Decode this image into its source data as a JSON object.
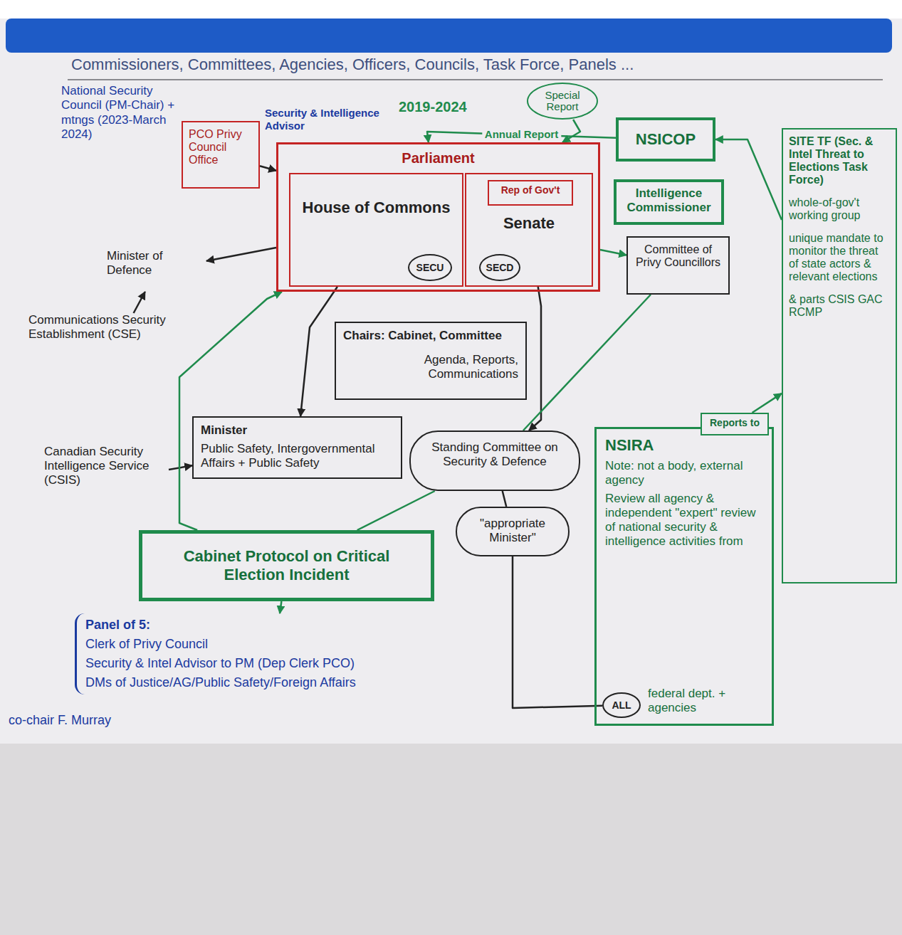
{
  "diagram": {
    "title": "Commissioners, Committees, Agencies, Officers, Councils, Task Force, Panels ...",
    "nodes": [
      {
        "text": [
          "PCO Privy Council Office"
        ]
      },
      {
        "text": [
          "Parliament"
        ]
      },
      {
        "text": [
          "House of Commons"
        ],
        "in": 1
      },
      {
        "text": [
          "SECU"
        ],
        "in": 2
      },
      {
        "text": [
          "Senate"
        ],
        "in": 1
      },
      {
        "text": [
          "Rep of Gov't"
        ],
        "in": 4
      },
      {
        "text": [
          "SECD"
        ],
        "in": 4
      },
      {
        "text": [
          "Special Report"
        ]
      },
      {
        "text": [
          "NSICOP"
        ]
      },
      {
        "text": [
          "Intelligence Commissioner"
        ]
      },
      {
        "text": [
          "Committee of Privy Councillors"
        ]
      },
      {
        "text": [
          "SITE TF (Sec. & Intel Threat to Elections Task Force)",
          "whole-of-gov't working group",
          "unique mandate to monitor the threat of state actors & relevant elections",
          "& parts CSIS GAC RCMP"
        ]
      },
      {
        "text": [
          "Minister of Defence"
        ]
      },
      {
        "text": [
          "Communications Security Establishment (CSE)"
        ]
      },
      {
        "text": [
          "Chairs: Cabinet, Committee",
          "Agenda, Reports, Communications"
        ]
      },
      {
        "text": [
          "Minister",
          "Public Safety, Intergovernmental Affairs + Public Safety"
        ]
      },
      {
        "text": [
          "Canadian Security Intelligence Service (CSIS)"
        ]
      },
      {
        "text": [
          "Standing Committee on Security & Defence"
        ]
      },
      {
        "text": [
          "\"appropriate Minister\""
        ]
      },
      {
        "text": [
          "Reports to"
        ]
      },
      {
        "text": [
          "NSIRA",
          "Note: not a body, external agency",
          "Review all agency & independent \"expert\" review of national security & intelligence activities from",
          "federal dept. + agencies"
        ]
      },
      {
        "text": [
          "ALL"
        ],
        "in": 20
      },
      {
        "text": [
          "Cabinet Protocol on Critical Election Incident"
        ]
      },
      {
        "text": [
          "Panel of 5:",
          "Clerk of Privy Council",
          "Security & Intel Advisor to PM (Dep Clerk PCO)",
          "DMs of Justice/AG/Public Safety/Foreign Affairs"
        ]
      }
    ],
    "edges": [
      {
        "from": 0,
        "to": 1,
        "arrow": "to"
      },
      {
        "from": 8,
        "to": 1,
        "label": "Annual Report",
        "arrow": "to"
      },
      {
        "from": 7,
        "to": 1,
        "arrow": "to"
      },
      {
        "from": 1,
        "to": 12,
        "arrow": "to"
      },
      {
        "from": 13,
        "to": 12,
        "arrow": "to"
      },
      {
        "from": 2,
        "to": 15,
        "arrow": "to"
      },
      {
        "from": 4,
        "to": 17,
        "arrow": "to"
      },
      {
        "from": 16,
        "to": 15,
        "arrow": "to"
      },
      {
        "from": 1,
        "to": 10,
        "arrow": "to"
      },
      {
        "from": 11,
        "to": 8,
        "arrow": "to"
      },
      {
        "from": 22,
        "to": 1,
        "arrow": "to"
      },
      {
        "from": 22,
        "to": 23,
        "arrow": "to"
      },
      {
        "from": 17,
        "to": 18,
        "arrow": "none"
      },
      {
        "from": 18,
        "to": 21,
        "arrow": "none"
      },
      {
        "from": 19,
        "to": 11,
        "arrow": "to"
      },
      {
        "from": 22,
        "to": 17,
        "arrow": "none"
      },
      {
        "from": 10,
        "to": 17,
        "arrow": "none"
      }
    ],
    "labels": [
      "2019-2024",
      "National Security Council (PM-Chair) + mtngs (2023-March 2024)",
      "Security & Intelligence Advisor",
      "co-chair F. Murray"
    ]
  }
}
